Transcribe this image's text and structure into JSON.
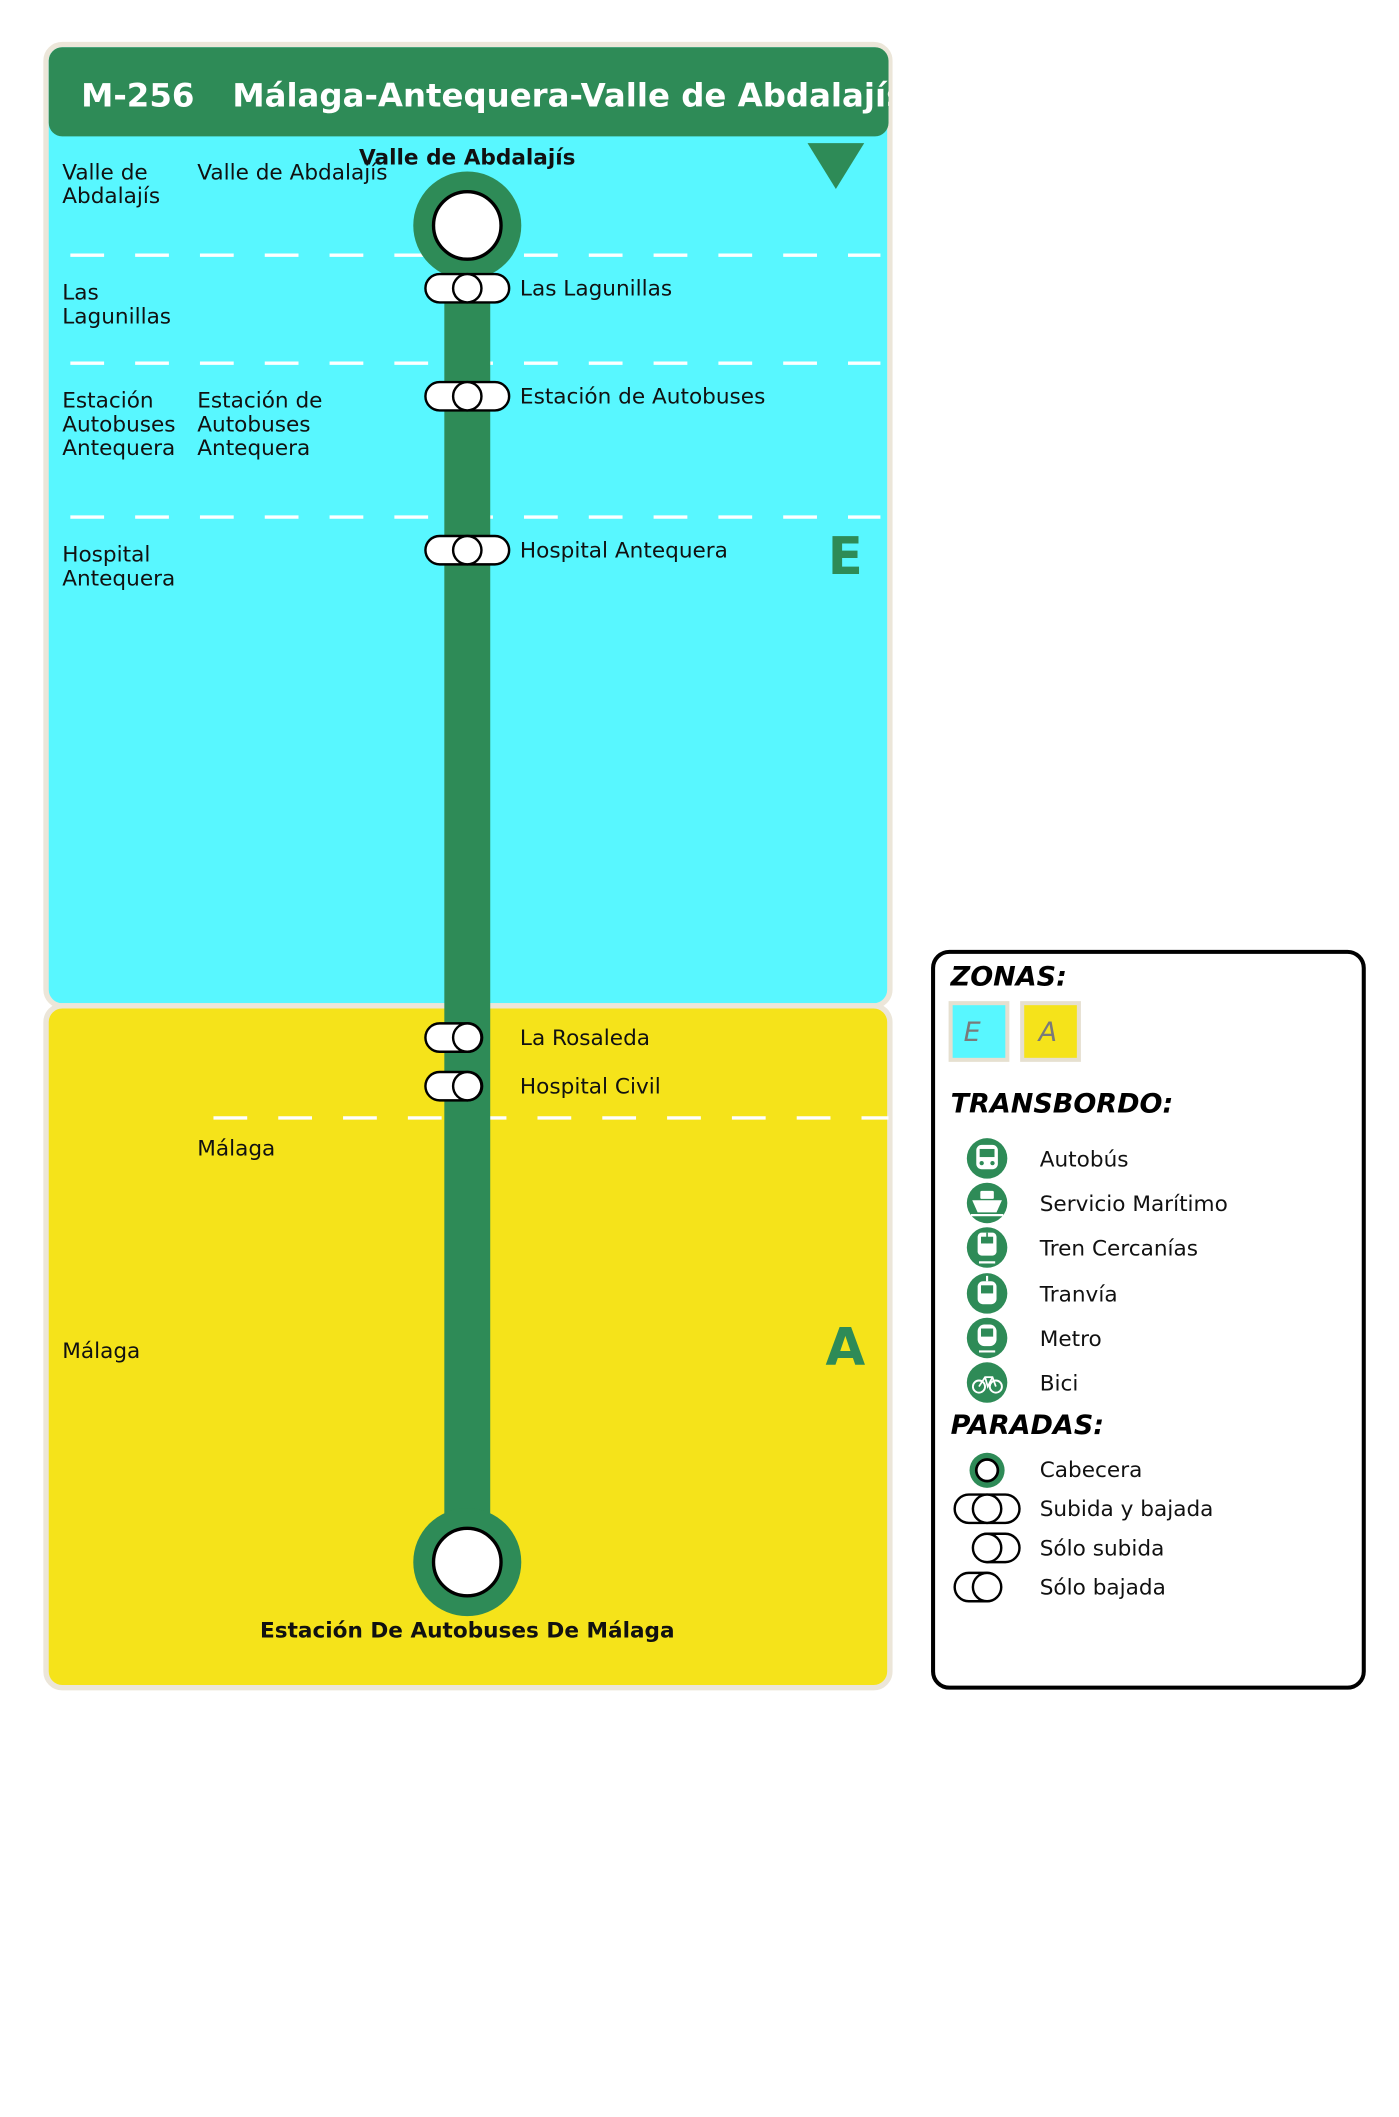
{
  "route": {
    "code": "M-256",
    "name": "Málaga-Antequera-Valle de Abdalajís",
    "line_color": "#2e8b57",
    "direction_marker": "down-triangle-icon"
  },
  "termini": {
    "top": "Valle de Abdalajís",
    "bottom": "Estación De Autobuses De Málaga"
  },
  "zones": [
    {
      "id": "E",
      "label": "E",
      "color": "#58f7ff"
    },
    {
      "id": "A",
      "label": "A",
      "color": "#f5e31a"
    }
  ],
  "municipalities": {
    "valle": [
      "Valle de",
      "Abdalajís"
    ],
    "lagunillas": [
      "Las",
      "Lagunillas"
    ],
    "estacion": [
      "Estación",
      "Autobuses",
      "Antequera"
    ],
    "hospital": [
      "Hospital",
      "Antequera"
    ],
    "malaga": [
      "Málaga"
    ]
  },
  "nuclei": {
    "valle": [
      "Valle de Abdalajís"
    ],
    "estacion": [
      "Estación de",
      "Autobuses",
      "Antequera"
    ],
    "malaga": [
      "Málaga"
    ]
  },
  "stops": [
    {
      "name": "Las Lagunillas",
      "type": "subida-bajada"
    },
    {
      "name": "Estación de Autobuses",
      "type": "subida-bajada"
    },
    {
      "name": "Hospital Antequera",
      "type": "subida-bajada"
    },
    {
      "name": "La Rosaleda",
      "type": "bajada"
    },
    {
      "name": "Hospital Civil",
      "type": "bajada"
    }
  ],
  "legend": {
    "zonas_title": "ZONAS:",
    "zone_chips": [
      "E",
      "A"
    ],
    "transbordo_title": "TRANSBORDO:",
    "transbordo": [
      {
        "label": "Autobús",
        "icon": "bus-icon"
      },
      {
        "label": "Servicio Marítimo",
        "icon": "ship-icon"
      },
      {
        "label": "Tren Cercanías",
        "icon": "train-icon"
      },
      {
        "label": "Tranvía",
        "icon": "tram-icon"
      },
      {
        "label": "Metro",
        "icon": "metro-icon"
      },
      {
        "label": "Bici",
        "icon": "bicycle-icon"
      }
    ],
    "paradas_title": "PARADAS:",
    "paradas": [
      {
        "label": "Cabecera",
        "type": "cabecera"
      },
      {
        "label": "Subida y bajada",
        "type": "subida-bajada"
      },
      {
        "label": "Sólo subida",
        "type": "subida"
      },
      {
        "label": "Sólo bajada",
        "type": "bajada"
      }
    ]
  }
}
